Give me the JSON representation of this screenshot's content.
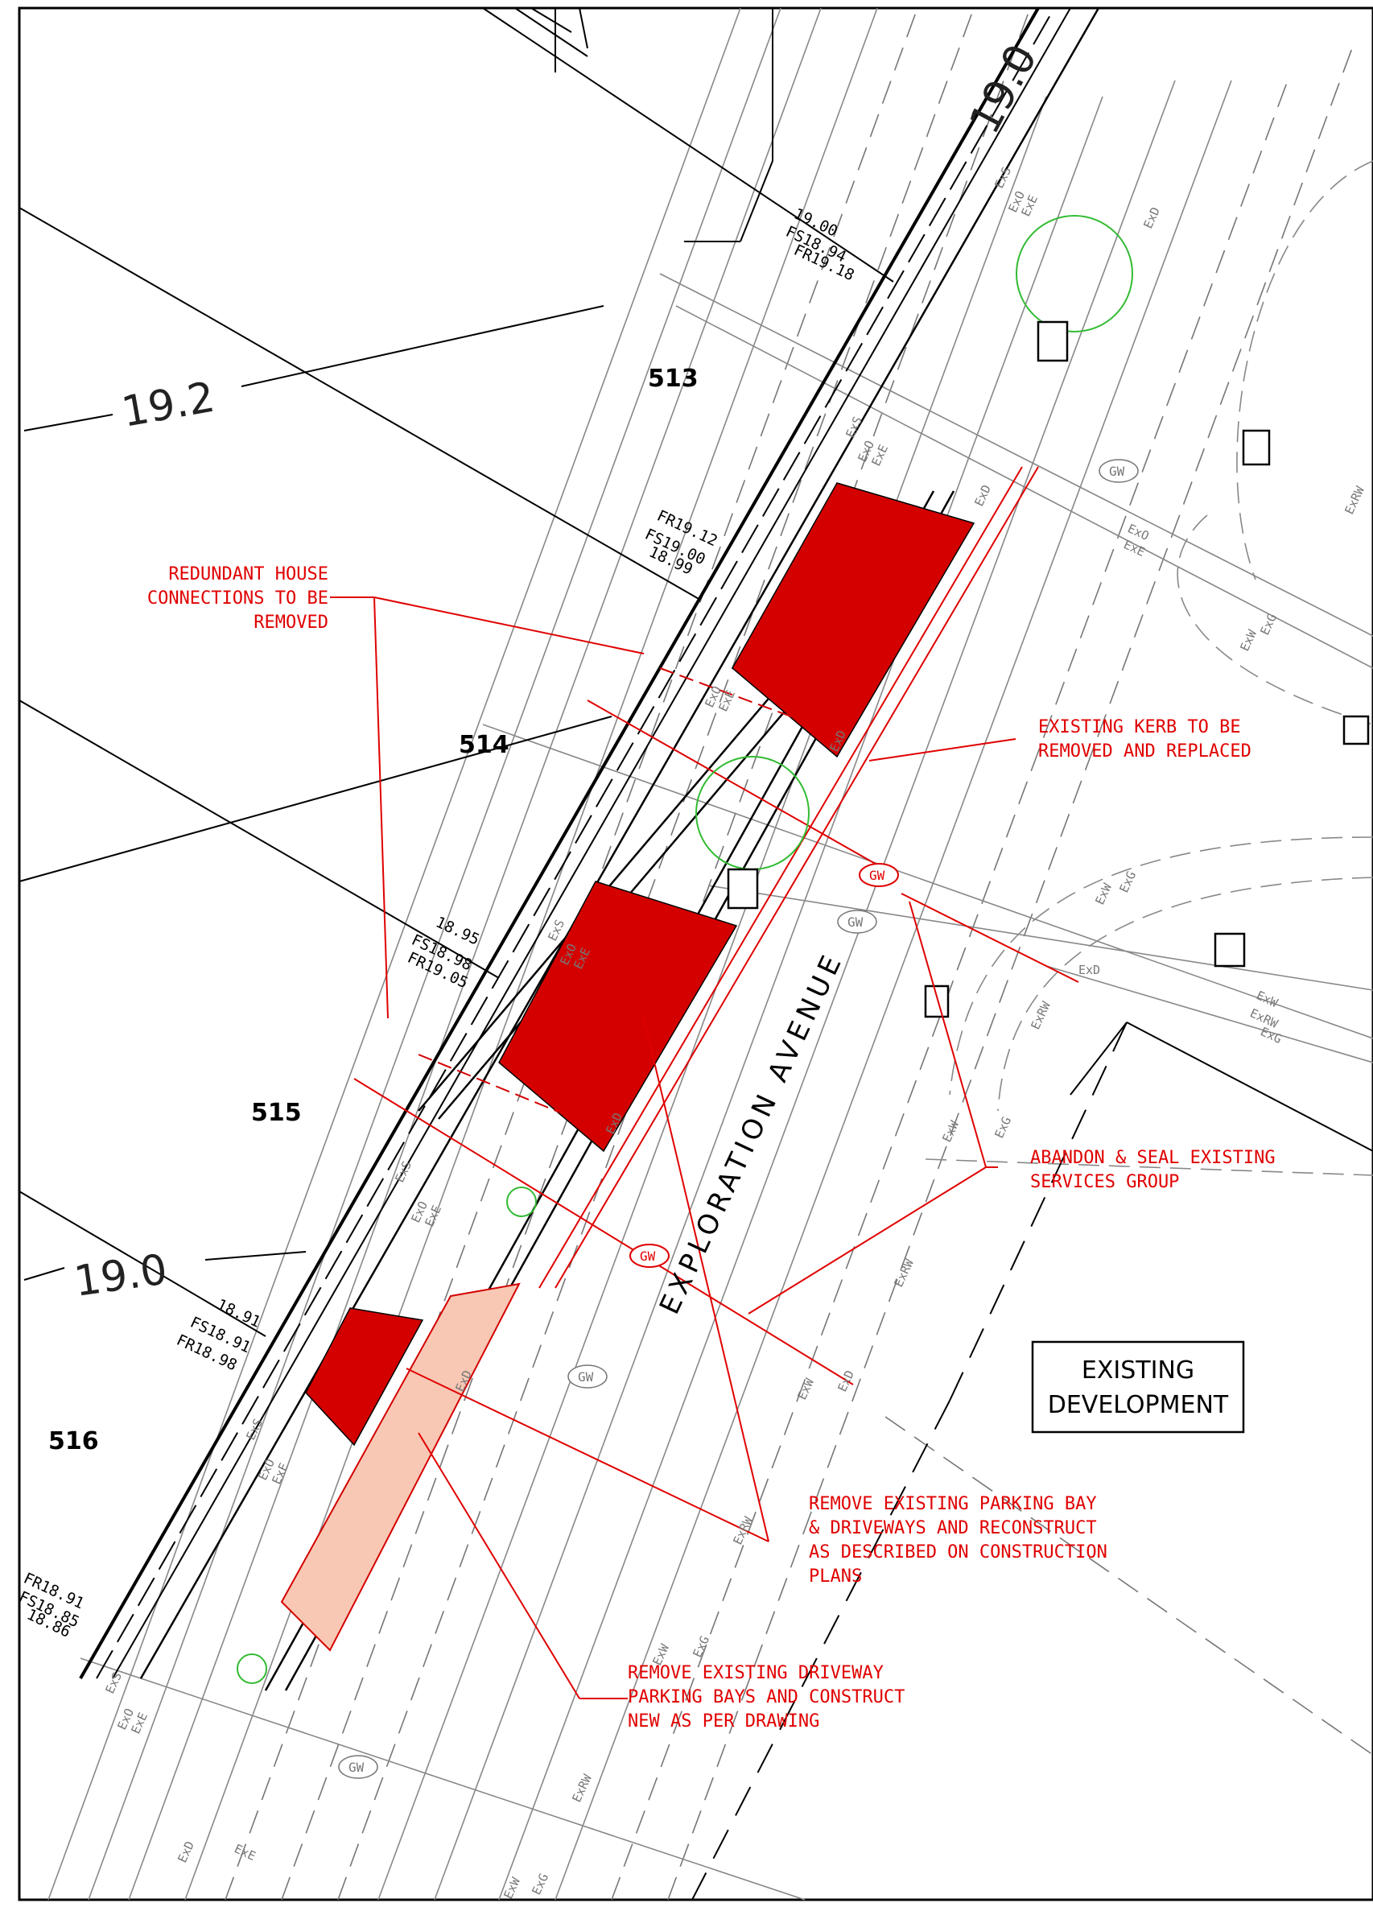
{
  "lots": [
    {
      "id": "lot-513",
      "label": "513"
    },
    {
      "id": "lot-514",
      "label": "514"
    },
    {
      "id": "lot-515",
      "label": "515"
    },
    {
      "id": "lot-516",
      "label": "516"
    }
  ],
  "contours": [
    "19.2",
    "19.0",
    "19.0"
  ],
  "levels": {
    "group1": [
      "19.00",
      "FS18.94",
      "FR19.18"
    ],
    "group2": [
      "FR19.12",
      "FS19.00",
      "18.99"
    ],
    "group3": [
      "18.95",
      "FS18.98",
      "FR19.05"
    ],
    "group4": [
      "18.91",
      "FS18.91",
      "FR18.98"
    ],
    "group5": [
      "FR18.91",
      "FS18.85",
      "18.86"
    ]
  },
  "road_name": "EXPLORATION AVENUE",
  "existing_development": [
    "EXISTING",
    "DEVELOPMENT"
  ],
  "notes": {
    "redundant_house": [
      "REDUNDANT HOUSE",
      "CONNECTIONS TO BE",
      "REMOVED"
    ],
    "existing_kerb": [
      "EXISTING KERB TO BE",
      "REMOVED AND REPLACED"
    ],
    "abandon_seal": [
      "ABANDON & SEAL EXISTING",
      "SERVICES GROUP"
    ],
    "remove_parking": [
      "REMOVE EXISTING PARKING BAY",
      "& DRIVEWAYS AND RECONSTRUCT",
      "AS DESCRIBED ON CONSTRUCTION",
      "PLANS"
    ],
    "remove_driveway": [
      "REMOVE EXISTING DRIVEWAY",
      "PARKING BAYS AND CONSTRUCT",
      "NEW AS PER DRAWING"
    ]
  },
  "service_labels": [
    "ExS",
    "ExO",
    "ExE",
    "ExD",
    "ExW",
    "ExG",
    "ExRW",
    "GW"
  ],
  "colors": {
    "removal": "#d40000",
    "new_construction": "#f8c8b4",
    "annotation": "#e00000",
    "tree": "#33bb33",
    "existing_services": "#888888",
    "linework": "#000000"
  }
}
